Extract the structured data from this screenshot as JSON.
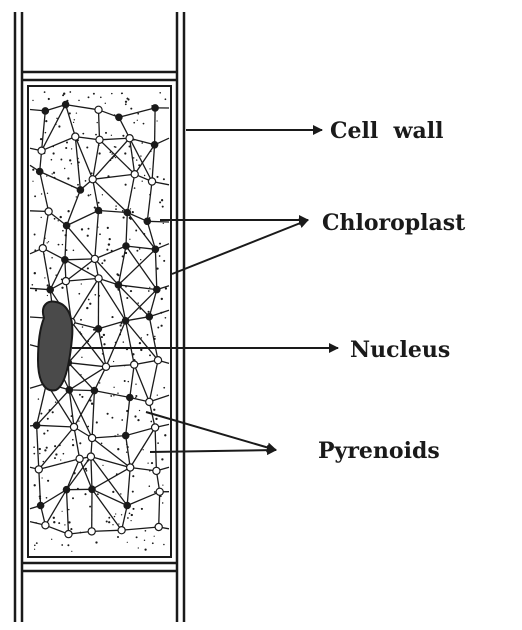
{
  "labels": {
    "cell_wall": "Cell  wall",
    "chloroplast": "Chloroplast",
    "nucleus": "Nucleus",
    "pyrenoids": "Pyrenoids"
  },
  "colors": {
    "ink": "#1a1a1a",
    "nucleus_fill": "#4a4a4a",
    "background": "#ffffff"
  }
}
